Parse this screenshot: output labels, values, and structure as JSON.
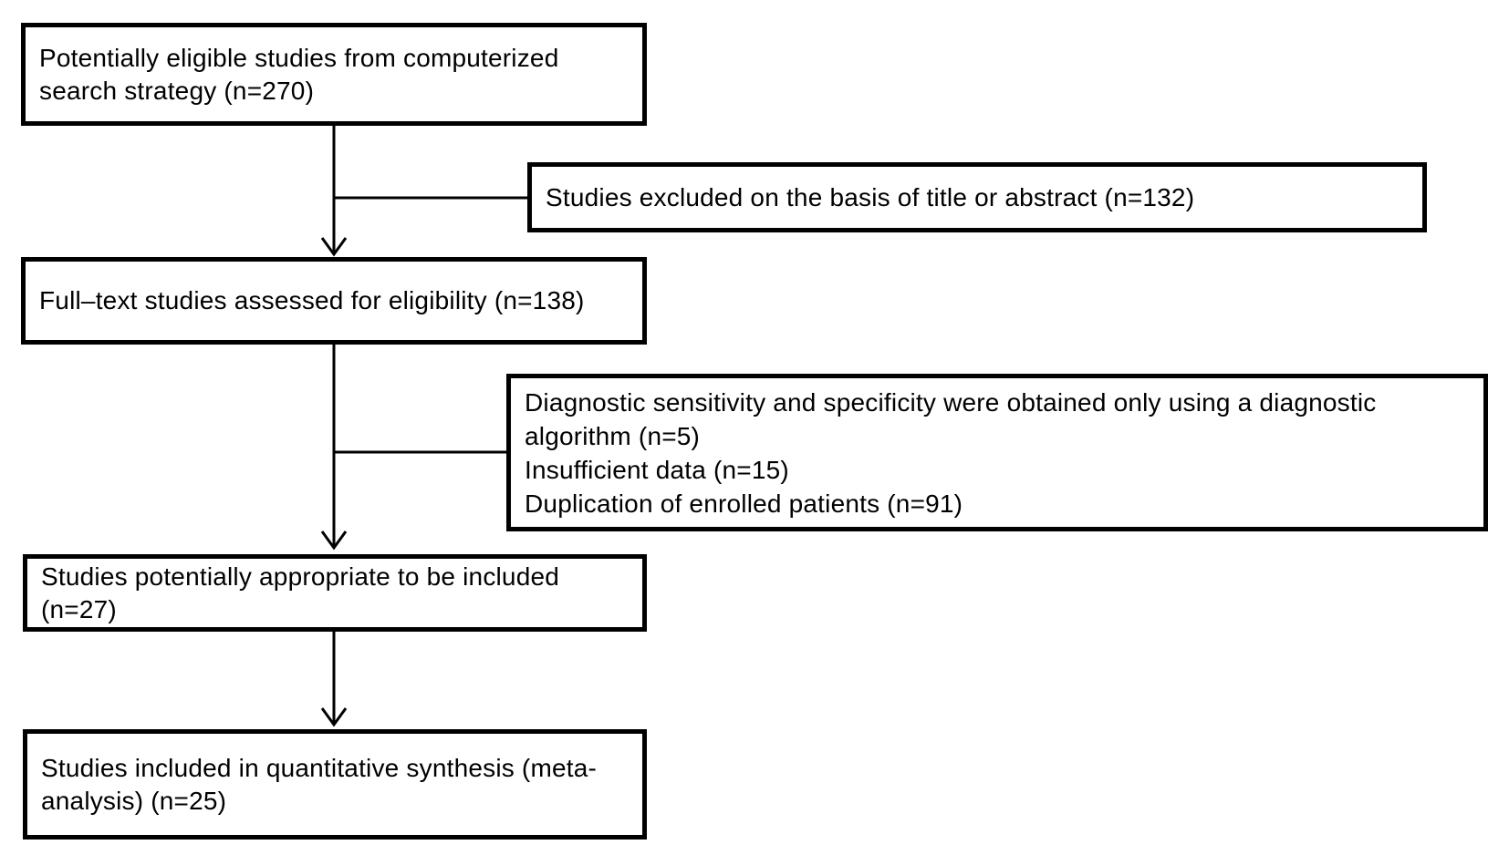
{
  "diagram": {
    "type": "flowchart",
    "subject": "study-selection-flow",
    "colors": {
      "background": "#ffffff",
      "box_fill": "#ffffff",
      "box_border": "#000000",
      "line": "#000000",
      "text": "#000000"
    },
    "nodes": [
      {
        "id": "search",
        "text": "Potentially eligible studies from computerized search strategy (n=270)",
        "count": 270
      },
      {
        "id": "excluded_title_abstract",
        "text": "Studies excluded on the basis of title or abstract (n=132)",
        "count": 132
      },
      {
        "id": "fulltext",
        "text": "Full–text studies assessed for eligibility (n=138)",
        "count": 138
      },
      {
        "id": "excluded_fulltext",
        "reasons": [
          {
            "text": "Diagnostic sensitivity and specificity were obtained only using a diagnostic algorithm (n=5)",
            "count": 5
          },
          {
            "text": "Insufficient data (n=15)",
            "count": 15
          },
          {
            "text": "Duplication of enrolled patients (n=91)",
            "count": 91
          }
        ]
      },
      {
        "id": "appropriate",
        "text": "Studies potentially appropriate to be included (n=27)",
        "count": 27
      },
      {
        "id": "included",
        "text": "Studies included in quantitative synthesis (meta-analysis) (n=25)",
        "count": 25
      }
    ],
    "edges": [
      {
        "from": "search",
        "to": "fulltext",
        "style": "arrow-down"
      },
      {
        "from": "search",
        "to": "excluded_title_abstract",
        "style": "branch-right"
      },
      {
        "from": "fulltext",
        "to": "appropriate",
        "style": "arrow-down"
      },
      {
        "from": "fulltext",
        "to": "excluded_fulltext",
        "style": "branch-right"
      },
      {
        "from": "appropriate",
        "to": "included",
        "style": "arrow-down"
      }
    ]
  }
}
